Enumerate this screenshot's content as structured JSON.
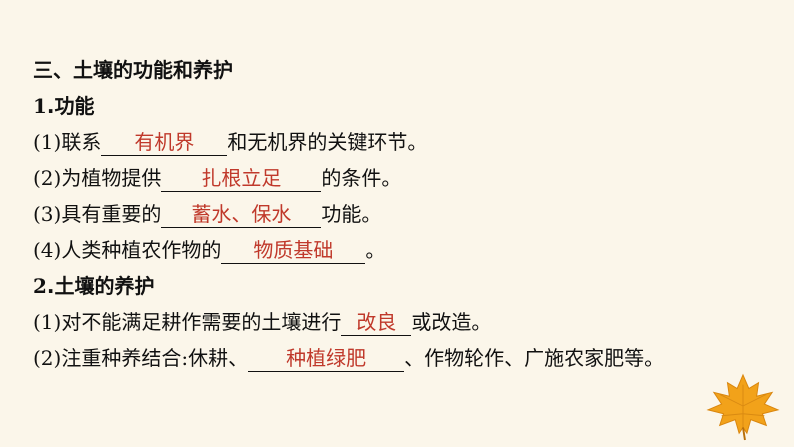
{
  "section_title": "三、土壤的功能和养护",
  "part1": {
    "num": "1",
    "title": ".功能",
    "items": [
      {
        "prefix": "(1)联系",
        "answer": "有机界",
        "suffix": "和无机界的关键环节。"
      },
      {
        "prefix": "(2)为植物提供",
        "answer": "扎根立足",
        "suffix": "的条件。"
      },
      {
        "prefix": "(3)具有重要的",
        "answer": "蓄水、保水",
        "suffix": "功能。"
      },
      {
        "prefix": "(4)人类种植农作物的",
        "answer": "物质基础",
        "suffix": "。"
      }
    ]
  },
  "part2": {
    "num": "2",
    "title": ".土壤的养护",
    "items": [
      {
        "prefix": "(1)对不能满足耕作需要的土壤进行",
        "answer": "改良",
        "suffix": "或改造。"
      },
      {
        "prefix": "(2)注重种养结合:休耕、",
        "answer": "种植绿肥",
        "suffix": "、作物轮作、广施农家肥等。"
      }
    ]
  },
  "colors": {
    "background": "#fbf6ea",
    "answer": "#c0392b",
    "leaf": "#f2a21a"
  },
  "decoration": {
    "icon": "maple-leaf-icon"
  }
}
